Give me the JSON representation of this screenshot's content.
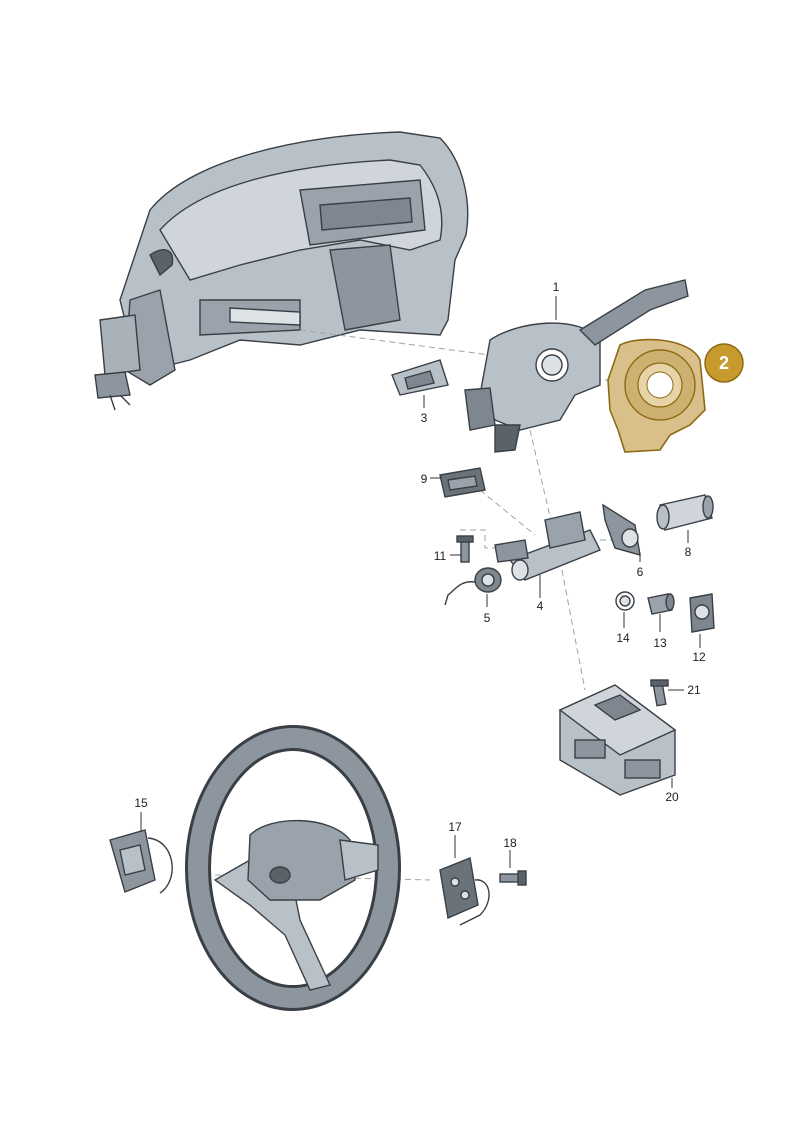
{
  "colors": {
    "part_fill": "#b9c1c8",
    "part_dark": "#7e878f",
    "part_shadow": "#5b636a",
    "highlight": "#c79a2e",
    "highlight_dark": "#8f6a15",
    "highlight_fill": "#d9c08a"
  },
  "parts": [
    {
      "id": "1",
      "label": "1"
    },
    {
      "id": "2",
      "label": "2",
      "highlighted": true
    },
    {
      "id": "3",
      "label": "3"
    },
    {
      "id": "4",
      "label": "4"
    },
    {
      "id": "5",
      "label": "5"
    },
    {
      "id": "6",
      "label": "6"
    },
    {
      "id": "8",
      "label": "8"
    },
    {
      "id": "9",
      "label": "9"
    },
    {
      "id": "11",
      "label": "11"
    },
    {
      "id": "12",
      "label": "12"
    },
    {
      "id": "13",
      "label": "13"
    },
    {
      "id": "14",
      "label": "14"
    },
    {
      "id": "15",
      "label": "15"
    },
    {
      "id": "17",
      "label": "17"
    },
    {
      "id": "18",
      "label": "18"
    },
    {
      "id": "20",
      "label": "20"
    },
    {
      "id": "21",
      "label": "21"
    }
  ]
}
